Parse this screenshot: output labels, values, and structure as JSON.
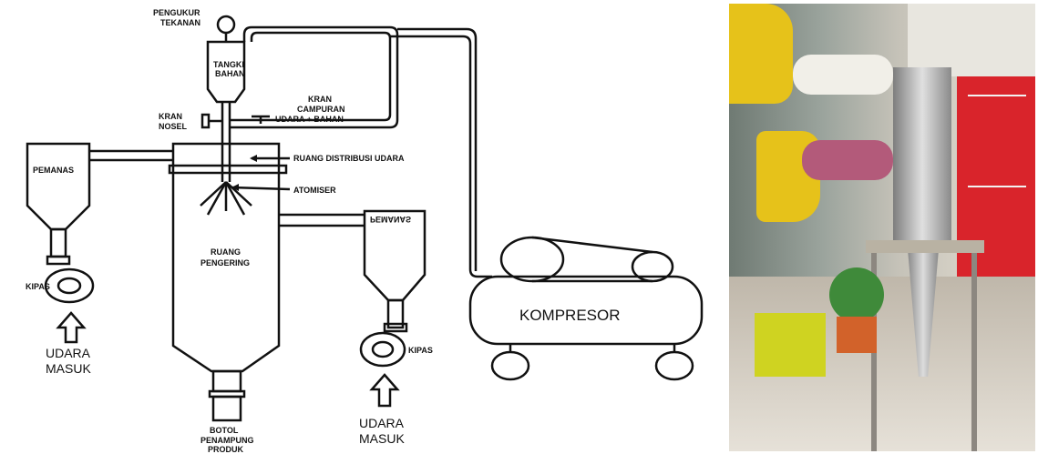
{
  "diagram": {
    "labels": {
      "gauge": [
        "PENGUKUR",
        "TEKANAN"
      ],
      "tank": [
        "TANGKI",
        "BAHAN"
      ],
      "mix_valve": [
        "KRAN",
        "CAMPURAN",
        "UDARA + BAHAN"
      ],
      "nozzle_valve": [
        "KRAN",
        "NOSEL"
      ],
      "heater_left": "PEMANAS",
      "distribution": "RUANG DISTRIBUSI UDARA",
      "atomiser": "ATOMISER",
      "drying_chamber": [
        "RUANG",
        "PENGERING"
      ],
      "heater_right": "PEMANAS",
      "fan_left": "KIPAS",
      "fan_right": "KIPAS",
      "air_in_left": [
        "UDARA",
        "MASUK"
      ],
      "air_in_right": [
        "UDARA",
        "MASUK"
      ],
      "bottle": [
        "BOTOL",
        "PENAMPUNG",
        "PRODUK"
      ],
      "compressor": "KOMPRESOR"
    }
  },
  "photo": {
    "description_icons": [
      "heat-gun-icon",
      "spray-dryer-column-icon",
      "plant-icon",
      "box-icon"
    ]
  }
}
